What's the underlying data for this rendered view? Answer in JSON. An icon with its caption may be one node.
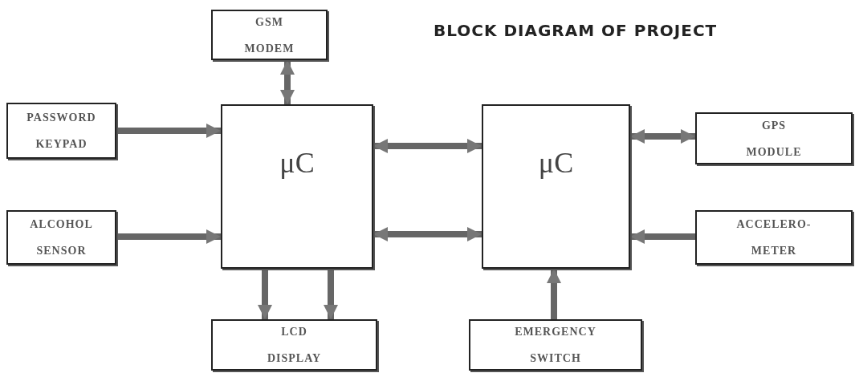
{
  "diagram": {
    "title": "BLOCK DIAGRAM OF PROJECT",
    "nodes": [
      {
        "text": [
          "GSM MODEM"
        ]
      },
      {
        "text": [
          "PASSWORD KEYPAD"
        ]
      },
      {
        "text": [
          "μC"
        ]
      },
      {
        "text": [
          "ALCOHOL SENSOR"
        ]
      },
      {
        "text": [
          "μC"
        ]
      },
      {
        "text": [
          "GPS MODULE"
        ]
      },
      {
        "text": [
          "ACCELERO- METER"
        ]
      },
      {
        "text": [
          "LCD DISPLAY"
        ]
      },
      {
        "text": [
          "EMERGENCY SWITCH"
        ]
      }
    ],
    "edges": [
      {
        "from": 0,
        "to": 2,
        "arrow": "both"
      },
      {
        "from": 1,
        "to": 2,
        "arrow": "to"
      },
      {
        "from": 3,
        "to": 2,
        "arrow": "to"
      },
      {
        "from": 2,
        "to": 4,
        "arrow": "both"
      },
      {
        "from": 2,
        "to": 4,
        "arrow": "both"
      },
      {
        "from": 5,
        "to": 4,
        "arrow": "both"
      },
      {
        "from": 6,
        "to": 4,
        "arrow": "to"
      },
      {
        "from": 2,
        "to": 7,
        "arrow": "to"
      },
      {
        "from": 2,
        "to": 7,
        "arrow": "to"
      },
      {
        "from": 8,
        "to": 4,
        "arrow": "to"
      }
    ]
  }
}
